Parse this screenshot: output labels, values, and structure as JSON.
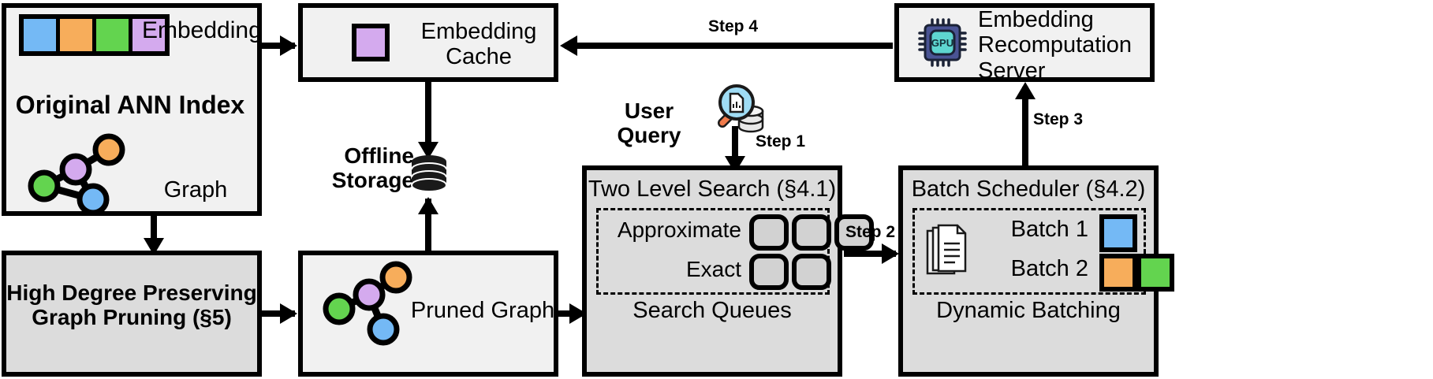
{
  "colors": {
    "blue": "#74b9f5",
    "orange": "#f7ad5b",
    "green": "#63d44f",
    "purple": "#d4aaee",
    "box_fill": "#f1f1f1",
    "box_fill_gray": "#dcdcdc",
    "slot_fill": "#d2d2d2",
    "stroke": "#000000",
    "gpu_body": "#4a5494",
    "gpu_core": "#5ed6d0",
    "lens": "#9fdcf5",
    "handle": "#f07a4a"
  },
  "original_ann_index": {
    "title": "Original ANN Index",
    "embedding_label": "Embedding",
    "graph_label": "Graph",
    "embedding_cells": [
      "blue",
      "orange",
      "green",
      "purple"
    ],
    "graph_nodes": [
      "orange",
      "purple",
      "green",
      "blue"
    ]
  },
  "embedding_cache": {
    "title": "Embedding\nCache",
    "swatch": "purple"
  },
  "offline_storage": {
    "label": "Offline\nStorage",
    "icon": "database-cylinder-icon"
  },
  "recomputation_server": {
    "title": "Embedding\nRecomputation\nServer",
    "icon": "gpu-chip-icon",
    "icon_text": "GPU"
  },
  "user_query": {
    "label": "User Query",
    "icon": "magnifier-document-database-icon"
  },
  "pruning": {
    "title": "High Degree Preserving\nGraph Pruning (§5)"
  },
  "pruned_graph": {
    "title": "Pruned Graph",
    "graph_nodes": [
      "orange",
      "purple",
      "green",
      "blue"
    ]
  },
  "two_level_search": {
    "title": "Two Level Search (§4.1)",
    "footer": "Search Queues",
    "rows": [
      {
        "label": "Approximate",
        "slots": 3
      },
      {
        "label": "Exact",
        "slots": 2
      }
    ]
  },
  "batch_scheduler": {
    "title": "Batch Scheduler (§4.2)",
    "footer": "Dynamic Batching",
    "icon": "documents-stack-icon",
    "batches": [
      {
        "label": "Batch 1",
        "swatches": [
          "blue"
        ]
      },
      {
        "label": "Batch 2",
        "swatches": [
          "orange",
          "green"
        ]
      }
    ]
  },
  "steps": {
    "step1": "Step 1",
    "step2": "Step 2",
    "step3": "Step 3",
    "step4": "Step 4"
  }
}
